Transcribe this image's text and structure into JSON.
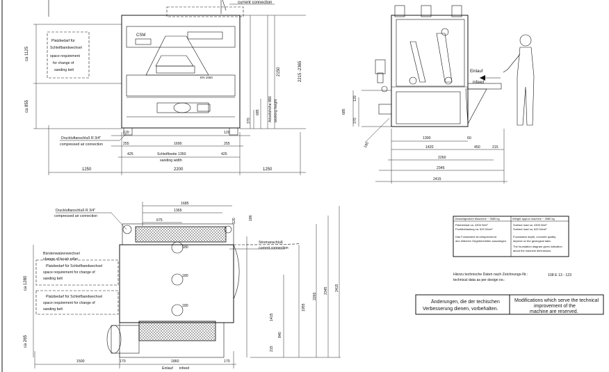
{
  "front_view": {
    "current_connection": "current connection",
    "space_note": [
      "Platzbedarf für",
      "Schleifbandwechsel",
      "space requirement",
      "for change of",
      "sanding belt"
    ],
    "air_note": [
      "Druckluftanschluß R 3/4\"",
      "compressed air connection"
    ],
    "left_dims": [
      "ca 1125",
      "ca 855"
    ],
    "right_dims": [
      "2150",
      "2215 -2365",
      "Arbeitshöhe 880",
      "working height",
      "685",
      "370"
    ],
    "bottom_dims": [
      "120",
      "255",
      "1690",
      "255",
      "120",
      "425",
      "425"
    ],
    "sanding_width": [
      "Schleifbreite 1350",
      "sanding width"
    ],
    "overall_dims": [
      "1250",
      "2200",
      "1250"
    ],
    "machine_labels": [
      "CSM",
      "EN 1650"
    ]
  },
  "side_view": {
    "infeed": [
      "Einlauf",
      "infeed"
    ],
    "left_dims": [
      "685",
      "370",
      "120"
    ],
    "dim_180": "180",
    "bottom_dims": [
      "1300",
      "60",
      "1420",
      "450",
      "215",
      "2260",
      "2345",
      "2415"
    ]
  },
  "top_view": {
    "top_dims": [
      "1685",
      "1365",
      "675",
      "120",
      "186"
    ],
    "air_note": [
      "Druckluftanschluß R 3/4\"",
      "compressed air connection"
    ],
    "current_note": [
      "Stromanschluß",
      "current connection"
    ],
    "brush_note": [
      "Bürstenwalzenwechsel",
      "change of brush roller"
    ],
    "space_note_1": [
      "Platzbedarf für Schleifbandwechsel",
      "space requirement for change of",
      "sanding belt"
    ],
    "space_note_2": [
      "Platzbedarf für Schleifbandwechsel",
      "space requirement for change of",
      "sanding belt"
    ],
    "left_dims": [
      "ca 1280",
      "ca 265"
    ],
    "roller_dims": [
      "180",
      "180",
      "180"
    ],
    "right_dims": [
      "1955",
      "2260",
      "2345",
      "2415",
      "1415",
      "840",
      "215"
    ],
    "bottom_dims": [
      "1500",
      "170",
      "1860",
      "170"
    ],
    "infeed": [
      "Einlauf",
      "infeed"
    ]
  },
  "weight_table": {
    "left_header": "Gesamtgewicht Maschine ~ 3580 kg",
    "right_header": "Weight approx machine ~ 3580 kg",
    "left_lines": [
      "Flächenlast ca. 4300 N/m²",
      "Punktbelastung ca. 620 N/cm²",
      "Das Fundament ist entsprechend",
      "den örtlichen Gegebenheiten auszulegen."
    ],
    "right_lines": [
      "Surface load ca. 4300 N/m²",
      "Surface load ca. 620 N/cm²",
      "Foundation depth, concrete quality",
      "depend on the geological data.",
      "The foundation diagram gives indication",
      "about the machine dimensions."
    ]
  },
  "tech_ref": {
    "line1": "Hierzu technische Daten nach Zeichnungs-Nr.:",
    "line2": "technical data as per design no.:",
    "number": "108 E 13 - 123"
  },
  "disclaimer": {
    "de": [
      "Änderungen, die der techischen",
      "Verbesserung dienen, vorbehalten."
    ],
    "en": [
      "Modifications which serve the technical",
      "improvement of the",
      "machine are reserved."
    ]
  }
}
